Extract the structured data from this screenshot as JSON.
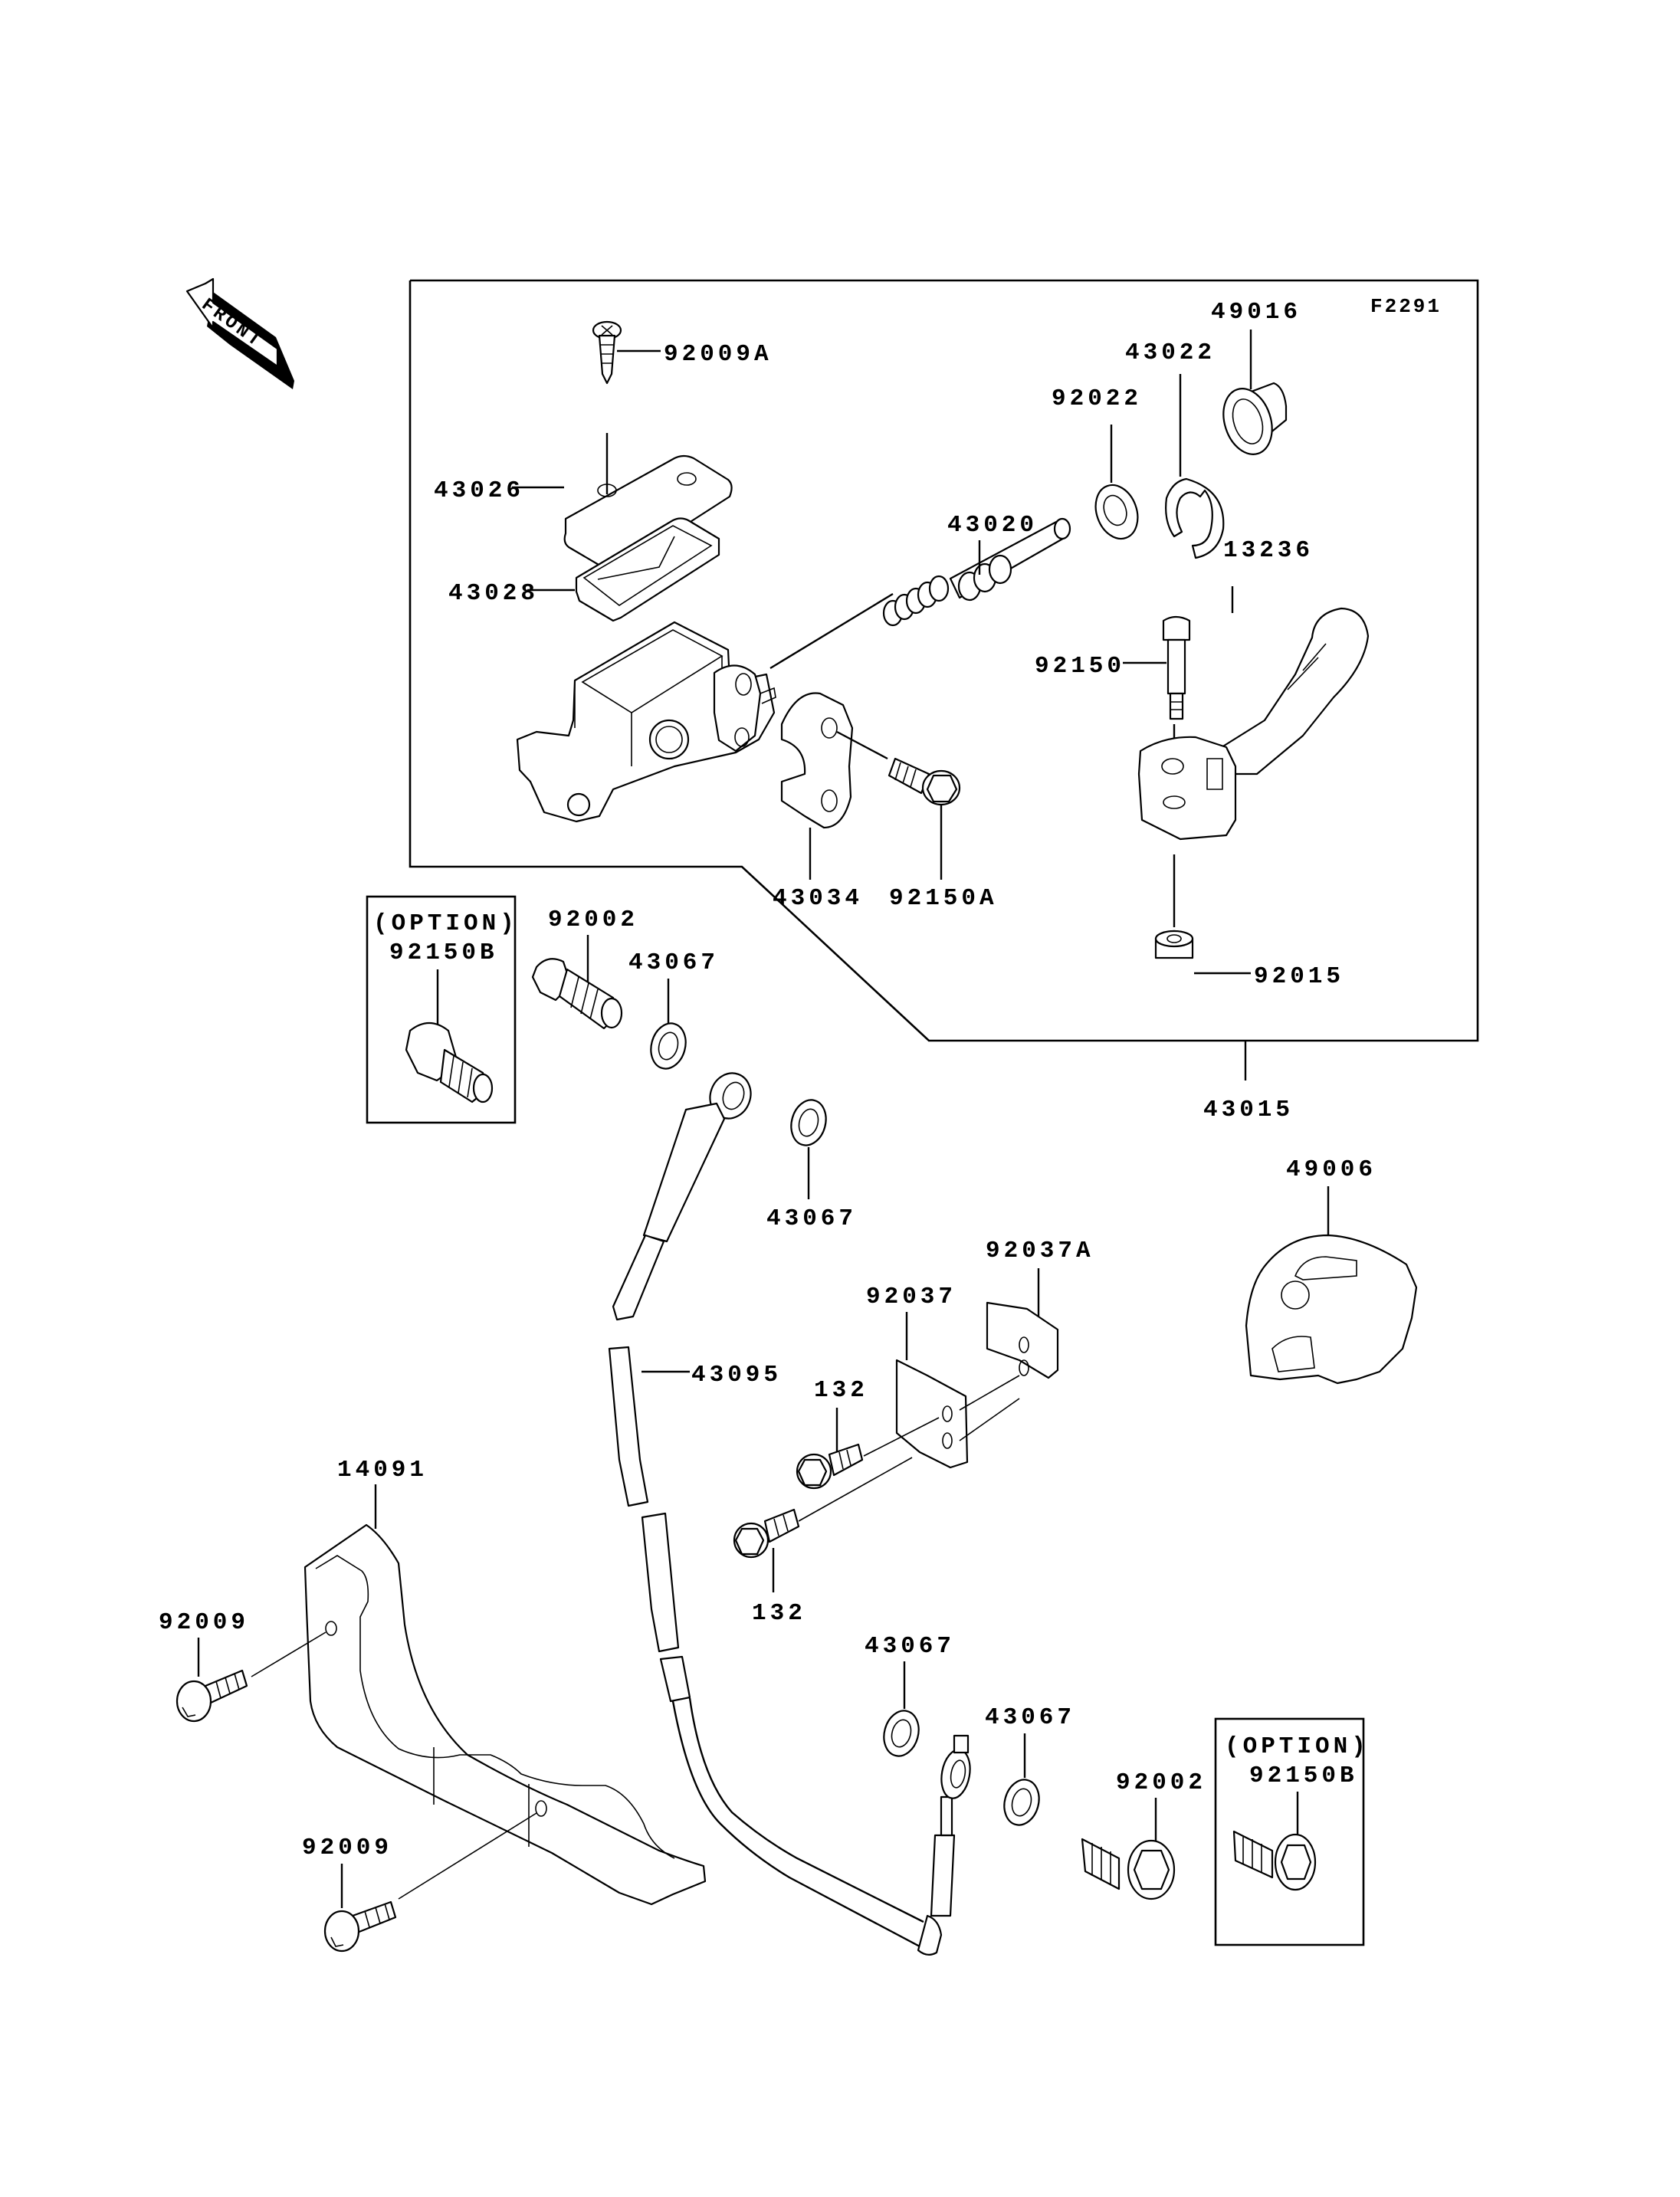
{
  "diagram": {
    "reference_code": "F2291",
    "front_indicator": "FRONT",
    "option_label": "(OPTION)",
    "assembly_label": "43015",
    "callouts": {
      "screw_top": "92009A",
      "cap": "43026",
      "diaphragm": "43028",
      "piston_kit": "43020",
      "washer_92022": "92022",
      "circlip": "43022",
      "boot": "49016",
      "lever": "13236",
      "pivot_bolt": "92150",
      "clamp": "43034",
      "clamp_bolt": "92150A",
      "nut": "92015",
      "option_bolt_top": "92150B",
      "banjo_bolt_top": "92002",
      "washer_top_1": "43067",
      "washer_top_2": "43067",
      "hose": "43095",
      "clamp_92037": "92037",
      "clamp_92037A": "92037A",
      "bolt_132_upper": "132",
      "bolt_132_lower": "132",
      "cover": "49006",
      "guard": "14091",
      "guard_bolt_upper": "92009",
      "guard_bolt_lower": "92009",
      "washer_bottom_1": "43067",
      "washer_bottom_2": "43067",
      "banjo_bolt_bottom": "92002",
      "option_bolt_bottom": "92150B"
    }
  }
}
